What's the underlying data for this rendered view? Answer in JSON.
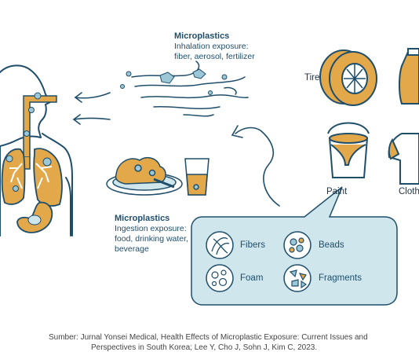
{
  "inhalation": {
    "title": "Microplastics",
    "line1": "Inhalation exposure:",
    "line2": "fiber, aerosol, fertilizer"
  },
  "ingestion": {
    "title": "Microplastics",
    "line1": "Ingestion exposure:",
    "line2": "food, drinking water,",
    "line3": "beverage"
  },
  "products": {
    "tire": "Tire",
    "paint": "Paint",
    "cloth": "Cloth"
  },
  "particle_types": {
    "fibers": "Fibers",
    "beads": "Beads",
    "foam": "Foam",
    "fragments": "Fragments"
  },
  "source": {
    "line1": "Sumber:  Jurnal Yonsei Medical, Health Effects of Microplastic Exposure: Current Issues and",
    "line2": "Perspectives in South Korea; Lee Y, Cho J, Sohn J, Kim C, 2023."
  },
  "colors": {
    "outline": "#1f4e6b",
    "orange": "#e3a84a",
    "light_blue": "#cfe6ec",
    "particle_blue": "#9cc7d6"
  }
}
